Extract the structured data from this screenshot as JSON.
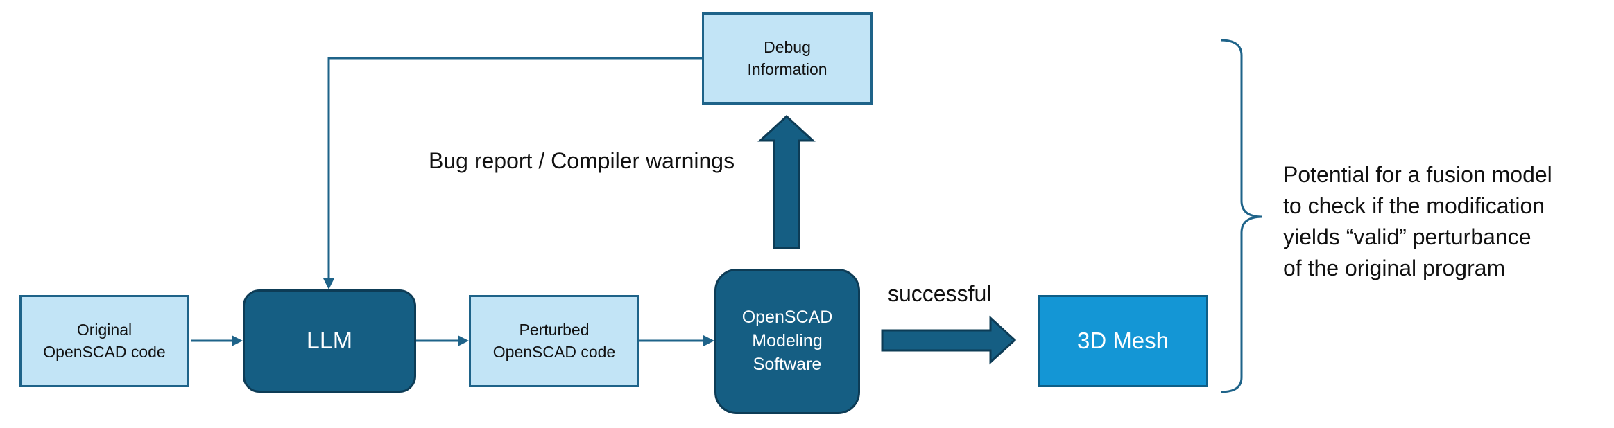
{
  "nodes": {
    "original_code": "Original\nOpenSCAD code",
    "llm": "LLM",
    "perturbed_code": "Perturbed\nOpenSCAD code",
    "modeling_software": "OpenSCAD\nModeling\nSoftware",
    "mesh": "3D Mesh",
    "debug_info": "Debug\nInformation"
  },
  "edge_labels": {
    "bug_report": "Bug report / Compiler warnings",
    "successful": "successful"
  },
  "note": "Potential for a fusion model\nto check if the modification\nyields “valid” perturbance\nof the original program",
  "colors": {
    "light_fill": "#c2e4f6",
    "dark_fill": "#155e83",
    "bright_fill": "#1496d5",
    "stroke": "#1e6389"
  }
}
